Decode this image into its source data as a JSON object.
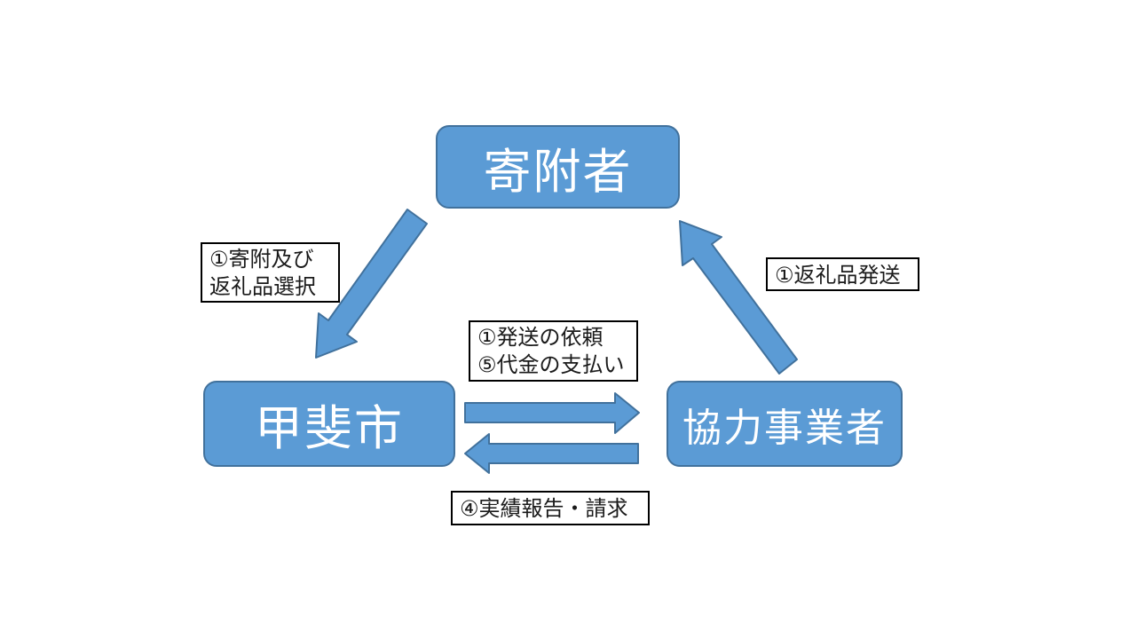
{
  "diagram": {
    "type": "flow-triangle",
    "background": "#FFFFFF",
    "colors": {
      "shape_fill": "#5B9BD5",
      "shape_border": "#41719C",
      "node_text": "#FFFFFF",
      "label_border": "#000000",
      "label_text": "#1A1A1A"
    },
    "nodes": [
      {
        "id": "donor",
        "label": "寄附者",
        "position": "top-center"
      },
      {
        "id": "city",
        "label": "甲斐市",
        "position": "bottom-left"
      },
      {
        "id": "partner",
        "label": "協力事業者",
        "position": "bottom-right"
      }
    ],
    "flow_labels": {
      "donation": {
        "line1": "①寄附及び",
        "line2": "返礼品選択"
      },
      "request": {
        "line1": "①発送の依頼",
        "line2": "⑤代金の支払い"
      },
      "shipping": {
        "text": "①返礼品発送"
      },
      "report": {
        "text": "④実績報告・請求"
      }
    },
    "edges": [
      {
        "from": "donor",
        "to": "city",
        "style": "thick-diagonal-arrow",
        "label_ref": "donation"
      },
      {
        "from": "city",
        "to": "partner",
        "style": "thick-horizontal-arrow",
        "label_ref": "request"
      },
      {
        "from": "partner",
        "to": "donor",
        "style": "thick-diagonal-arrow",
        "label_ref": "shipping"
      },
      {
        "from": "partner",
        "to": "city",
        "style": "thick-horizontal-arrow",
        "label_ref": "report"
      }
    ]
  }
}
